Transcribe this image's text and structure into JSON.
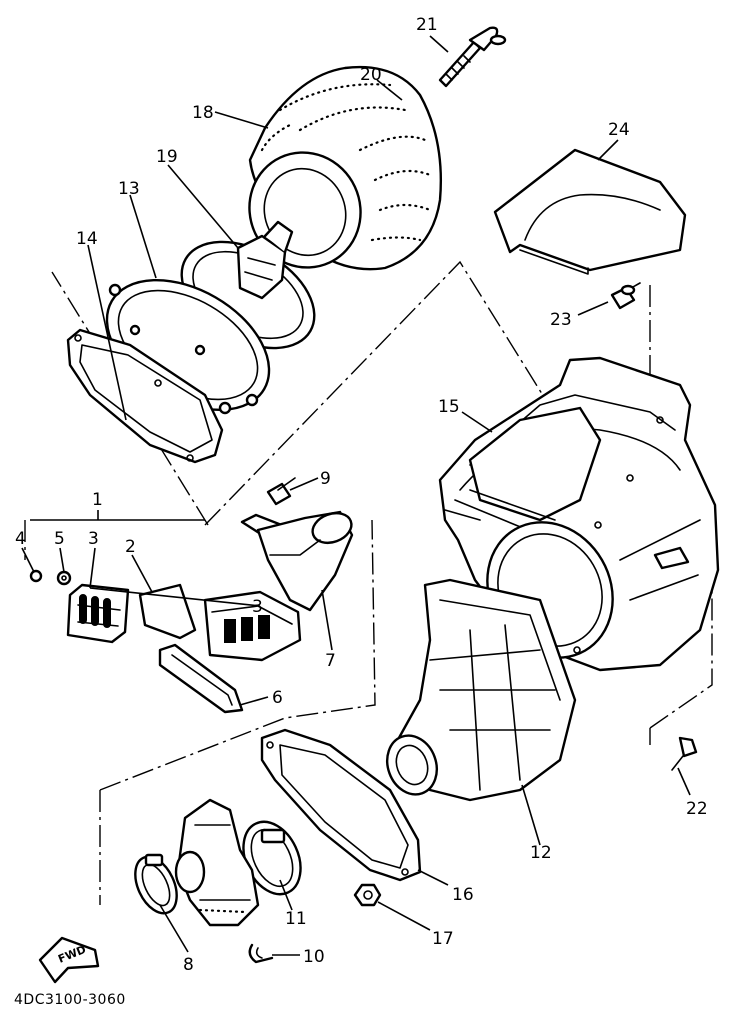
{
  "diagram": {
    "code": "4DC3100-3060",
    "fwd_label": "FWD",
    "callouts": [
      {
        "id": "c1",
        "label": "1"
      },
      {
        "id": "c2",
        "label": "2"
      },
      {
        "id": "c3",
        "label": "3"
      },
      {
        "id": "c3b",
        "label": "3"
      },
      {
        "id": "c4",
        "label": "4"
      },
      {
        "id": "c5",
        "label": "5"
      },
      {
        "id": "c6",
        "label": "6"
      },
      {
        "id": "c7",
        "label": "7"
      },
      {
        "id": "c8",
        "label": "8"
      },
      {
        "id": "c9",
        "label": "9"
      },
      {
        "id": "c10",
        "label": "10"
      },
      {
        "id": "c11",
        "label": "11"
      },
      {
        "id": "c12",
        "label": "12"
      },
      {
        "id": "c13",
        "label": "13"
      },
      {
        "id": "c14",
        "label": "14"
      },
      {
        "id": "c15",
        "label": "15"
      },
      {
        "id": "c16",
        "label": "16"
      },
      {
        "id": "c17",
        "label": "17"
      },
      {
        "id": "c18",
        "label": "18"
      },
      {
        "id": "c19",
        "label": "19"
      },
      {
        "id": "c20",
        "label": "20"
      },
      {
        "id": "c21",
        "label": "21"
      },
      {
        "id": "c22",
        "label": "22"
      },
      {
        "id": "c23",
        "label": "23"
      },
      {
        "id": "c24",
        "label": "24"
      }
    ]
  }
}
